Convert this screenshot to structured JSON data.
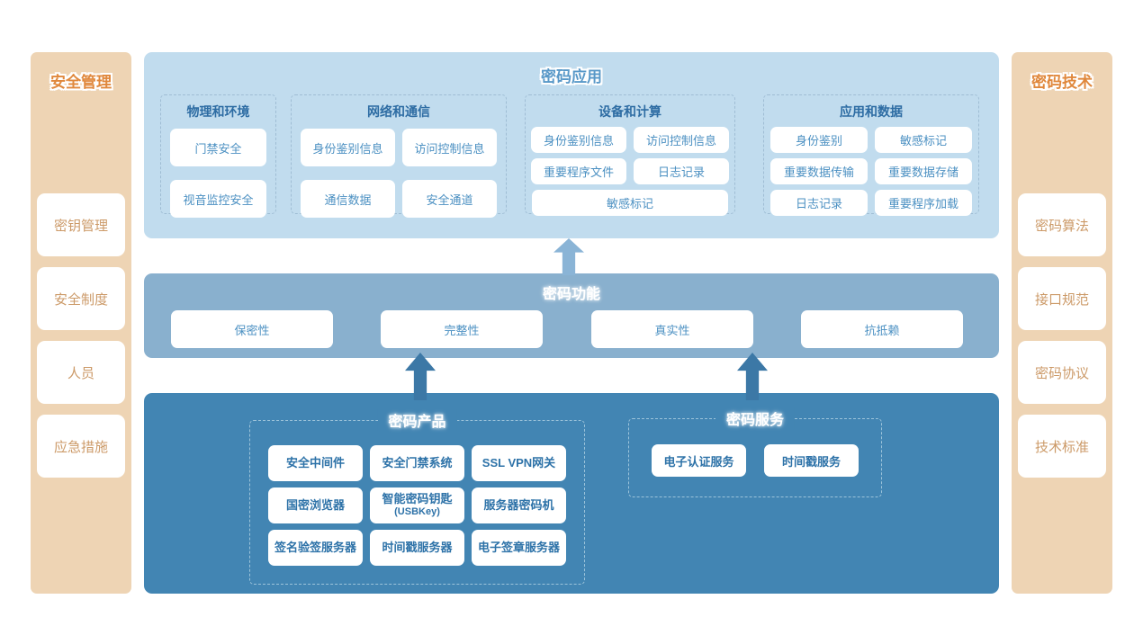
{
  "colors": {
    "application_bg": "#c1dcee",
    "functions_bg": "#89b0ce",
    "products_bg": "#4285b3",
    "sidebar_bg": "#eed4b4",
    "sidebar_accent": "#e0883c",
    "blue_text": "#4b90c2"
  },
  "left_sidebar": {
    "title": "安全管理",
    "items": [
      "密钥管理",
      "安全制度",
      "人员",
      "应急措施"
    ]
  },
  "right_sidebar": {
    "title": "密码技术",
    "items": [
      "密码算法",
      "接口规范",
      "密码协议",
      "技术标准"
    ]
  },
  "application": {
    "title": "密码应用",
    "groups": [
      {
        "title": "物理和环境",
        "items": [
          "门禁安全",
          "视音监控安全"
        ]
      },
      {
        "title": "网络和通信",
        "items": [
          "身份鉴别信息",
          "访问控制信息",
          "通信数据",
          "安全通道"
        ]
      },
      {
        "title": "设备和计算",
        "items": [
          "身份鉴别信息",
          "访问控制信息",
          "重要程序文件",
          "日志记录",
          "敏感标记"
        ]
      },
      {
        "title": "应用和数据",
        "items": [
          "身份鉴别",
          "敏感标记",
          "重要数据传输",
          "重要数据存储",
          "日志记录",
          "重要程序加载"
        ]
      }
    ]
  },
  "functions": {
    "title": "密码功能",
    "items": [
      "保密性",
      "完整性",
      "真实性",
      "抗抵赖"
    ]
  },
  "products": {
    "title": "密码产品",
    "items": [
      "安全中间件",
      "安全门禁系统",
      "SSL VPN网关",
      "国密浏览器",
      "智能密码钥匙",
      "服务器密码机",
      "签名验签服务器",
      "时间戳服务器",
      "电子签章服务器"
    ],
    "usbkey_note": "(USBKey)"
  },
  "services": {
    "title": "密码服务",
    "items": [
      "电子认证服务",
      "时间戳服务"
    ]
  }
}
